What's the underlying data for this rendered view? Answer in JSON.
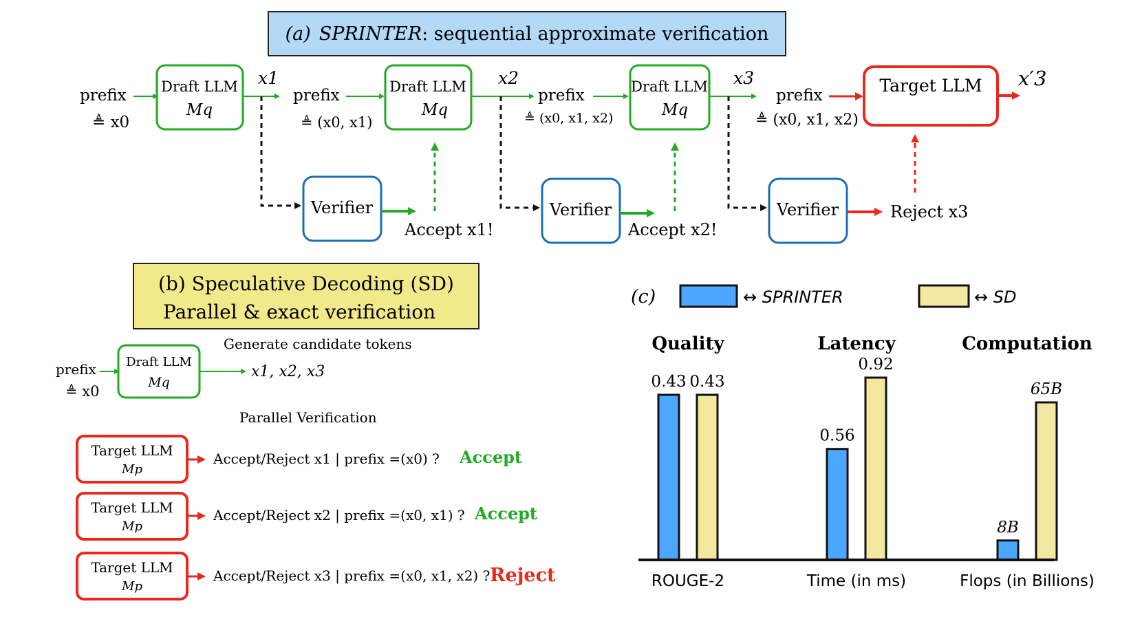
{
  "panel_a": {
    "title_tag": "(a)",
    "title_name": "SPRINTER",
    "title_rest": ": sequential approximate verification",
    "draft_label": "Draft LLM",
    "draft_sym": "Mq",
    "target_label": "Target LLM",
    "verifier_label": "Verifier",
    "prefix_word": "prefix",
    "prefix0": "≜ x0",
    "prefix1": "≜ (x0, x1)",
    "prefix2": "≜ (x0, x1, x2)",
    "tok1": "x1",
    "tok2": "x2",
    "tok3": "x3",
    "out_tok": "x′3",
    "accept1": "Accept x1!",
    "accept2": "Accept x2!",
    "reject3": "Reject x3"
  },
  "panel_b": {
    "title_line1": "(b)  Speculative Decoding (SD)",
    "title_line2": "Parallel & exact verification",
    "generate_label": "Generate candidate tokens",
    "draft_label": "Draft LLM",
    "draft_sym": "Mq",
    "prefix_word": "prefix",
    "prefix0": "≜ x0",
    "tokens": "x1, x2, x3",
    "parallel_label": "Parallel Verification",
    "target_label": "Target LLM",
    "target_sym": "Mp",
    "rows": [
      {
        "query": "Accept/Reject x1 | prefix =(x0) ?",
        "result": "Accept"
      },
      {
        "query": "Accept/Reject x2 | prefix =(x0, x1) ?",
        "result": "Accept"
      },
      {
        "query": "Accept/Reject x3 | prefix =(x0, x1, x2) ?",
        "result": "Reject"
      }
    ]
  },
  "panel_c": {
    "tag": "(c)",
    "legend_sprinter": "↔ SPRINTER",
    "legend_sd": "↔ SD"
  },
  "colors": {
    "green": "#22aa22",
    "red": "#e8291c",
    "blue_box": "#1a6fb5",
    "title_a_fill": "#b3d9f7",
    "title_b_fill": "#f2e98a",
    "bar_sprinter": "#4da6ff",
    "bar_sd": "#f2e8a0"
  },
  "chart_data": {
    "type": "bar",
    "groups": [
      {
        "heading": "Quality",
        "xlabel": "ROUGE-2",
        "sprinter": 0.43,
        "sd": 0.43,
        "sprinter_label": "0.43",
        "sd_label": "0.43"
      },
      {
        "heading": "Latency",
        "xlabel": "Time (in ms)",
        "sprinter": 0.56,
        "sd": 0.92,
        "sprinter_label": "0.56",
        "sd_label": "0.92"
      },
      {
        "heading": "Computation",
        "xlabel": "Flops (in Billions)",
        "sprinter": 8,
        "sd": 65,
        "sprinter_label": "8B",
        "sd_label": "65B"
      }
    ],
    "series": [
      {
        "name": "SPRINTER"
      },
      {
        "name": "SD"
      }
    ],
    "legend": "top"
  }
}
